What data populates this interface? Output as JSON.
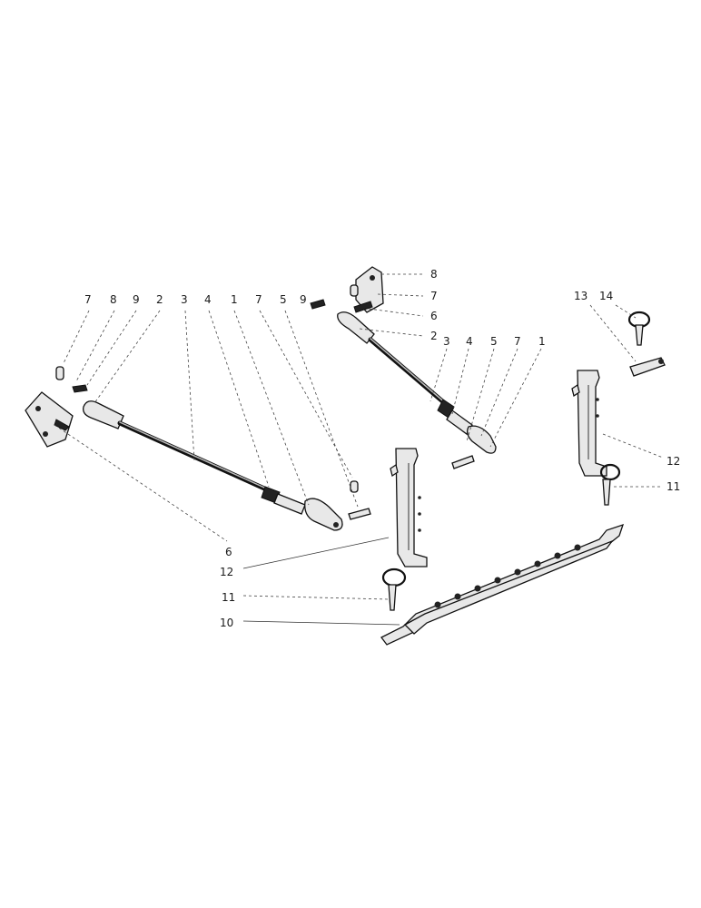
{
  "callouts": {
    "left_top": [
      "7",
      "8",
      "9",
      "2",
      "3",
      "4",
      "1",
      "7",
      "5",
      "9"
    ],
    "left_bottom": {
      "six": "6",
      "twelve": "12",
      "eleven": "11",
      "ten": "10"
    },
    "center": {
      "eight": "8",
      "seven_a": "7",
      "six": "6",
      "two": "2",
      "three": "3",
      "four": "4",
      "five": "5",
      "seven_b": "7",
      "one": "1"
    },
    "right": {
      "thirteen": "13",
      "fourteen": "14",
      "twelve": "12",
      "eleven": "11"
    }
  },
  "icons": {
    "left_stabilizer": "stabilizer-link-assembly",
    "right_stabilizer": "stabilizer-link-assembly",
    "left_bracket": "bracket-plate",
    "right_bracket": "bracket-plate",
    "drawbar": "swinging-drawbar",
    "check_chain_left": "drop-link-left",
    "check_chain_right": "drop-link-right"
  }
}
